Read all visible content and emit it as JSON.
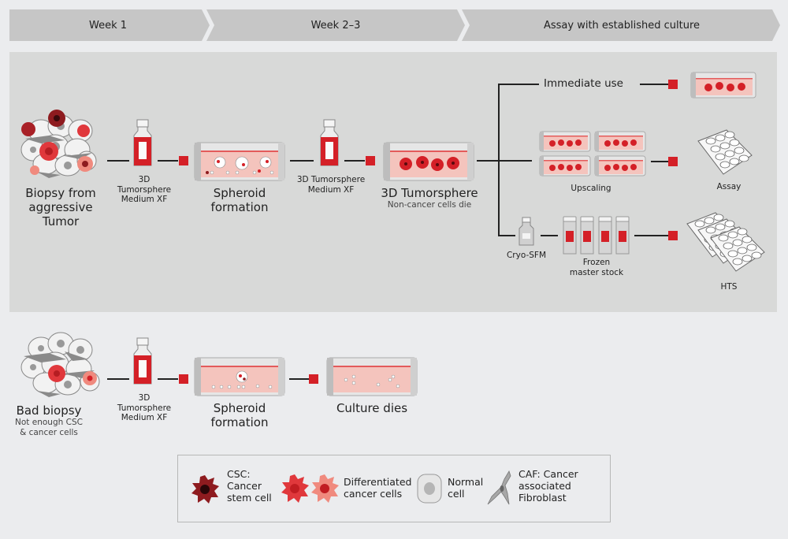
{
  "phases": [
    {
      "label": "Week 1"
    },
    {
      "label": "Week 2–3"
    },
    {
      "label": "Assay with established culture"
    }
  ],
  "colors": {
    "page_bg": "#ebecee",
    "panel_bg": "#d8d9d8",
    "phase_bg": "#c6c6c6",
    "accent_red": "#d42027",
    "csc_dark": "#8e1b1f",
    "diff_red": "#e0383c",
    "diff_pink": "#f08a7e",
    "medium_pink": "#f4c4bd"
  },
  "good_path": {
    "biopsy": {
      "line1": "Biopsy from",
      "line2": "aggressive",
      "line3": "Tumor"
    },
    "medium1": {
      "line1": "3D Tumorsphere",
      "line2": "Medium XF"
    },
    "spheroid": {
      "line1": "Spheroid",
      "line2": "formation"
    },
    "medium2": {
      "line1": "3D Tumorsphere",
      "line2": "Medium XF"
    },
    "tumorsphere": {
      "title": "3D Tumorsphere",
      "subtitle": "Non-cancer cells die"
    },
    "branches": {
      "immediate": {
        "label": "Immediate use"
      },
      "upscaling": {
        "label": "Upscaling",
        "target": "Assay"
      },
      "cryo": {
        "medium": "Cryo-SFM",
        "stock_line1": "Frozen",
        "stock_line2": "master stock",
        "target": "HTS"
      }
    }
  },
  "bad_path": {
    "biopsy": {
      "title": "Bad biopsy",
      "sub1": "Not enough CSC",
      "sub2": "& cancer cells"
    },
    "medium": {
      "line1": "3D Tumorsphere",
      "line2": "Medium XF"
    },
    "spheroid": {
      "line1": "Spheroid",
      "line2": "formation"
    },
    "result": {
      "label": "Culture dies"
    }
  },
  "legend": {
    "items": [
      {
        "icon": "csc-cell-icon",
        "line1": "CSC:",
        "line2": "Cancer",
        "line3": "stem cell"
      },
      {
        "icon": "differentiated-cell-icon",
        "line1": "Differentiated",
        "line2": "cancer cells"
      },
      {
        "icon": "normal-cell-icon",
        "line1": "Normal",
        "line2": "cell"
      },
      {
        "icon": "caf-cell-icon",
        "line1": "CAF: Cancer",
        "line2": "associated",
        "line3": "Fibroblast"
      }
    ]
  }
}
